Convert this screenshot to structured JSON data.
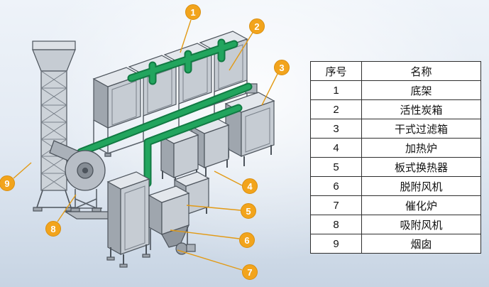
{
  "table": {
    "headers": {
      "index": "序号",
      "name": "名称"
    },
    "rows": [
      {
        "num": "1",
        "name": "底架"
      },
      {
        "num": "2",
        "name": "活性炭箱"
      },
      {
        "num": "3",
        "name": "干式过滤箱"
      },
      {
        "num": "4",
        "name": "加热炉"
      },
      {
        "num": "5",
        "name": "板式换热器"
      },
      {
        "num": "6",
        "name": "脱附风机"
      },
      {
        "num": "7",
        "name": "催化炉"
      },
      {
        "num": "8",
        "name": "吸附风机"
      },
      {
        "num": "9",
        "name": "烟囱"
      }
    ]
  },
  "callouts": [
    {
      "label": "1"
    },
    {
      "label": "2"
    },
    {
      "label": "3"
    },
    {
      "label": "4"
    },
    {
      "label": "5"
    },
    {
      "label": "6"
    },
    {
      "label": "7"
    },
    {
      "label": "8"
    },
    {
      "label": "9"
    }
  ],
  "colors": {
    "callout_bg": "#F2A41C",
    "pipe_green": "#1FA05C",
    "equipment_gray": "#C6CCD3",
    "table_border": "#2E2E2E",
    "background_bottom": "#C7D4E3"
  }
}
